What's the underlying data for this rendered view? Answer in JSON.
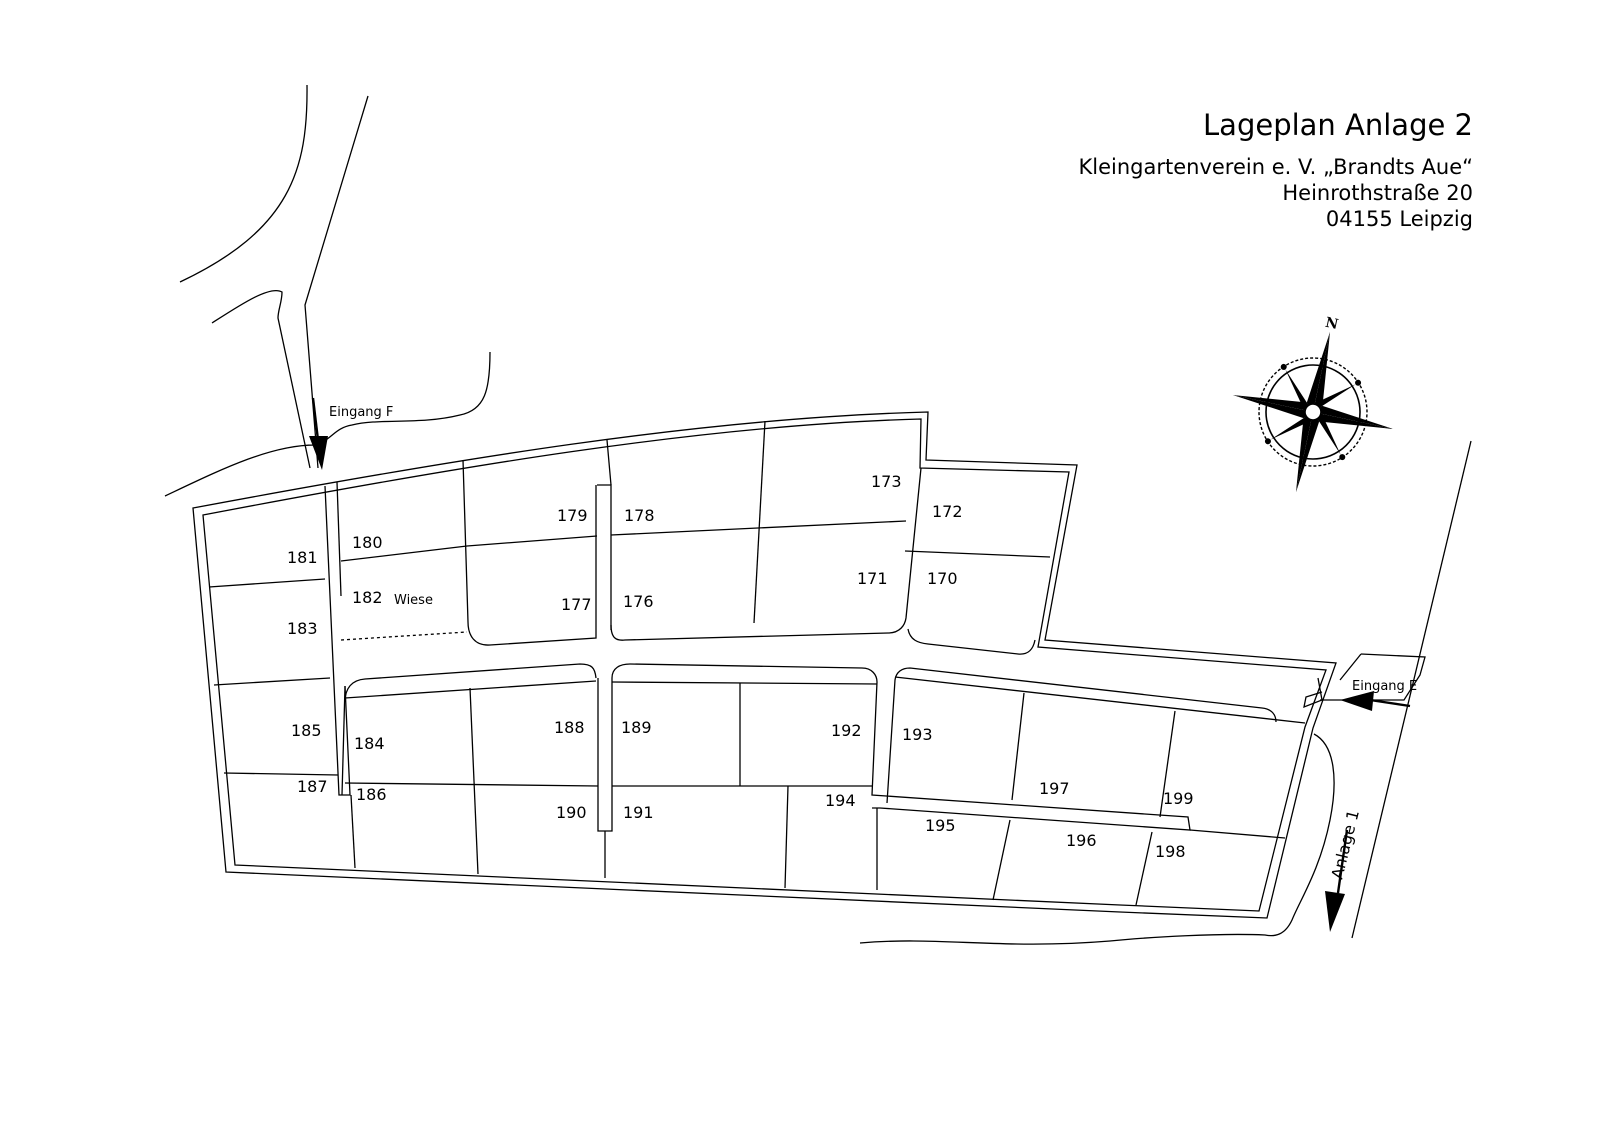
{
  "header": {
    "title": "Lageplan Anlage 2",
    "club": "Kleingartenverein e. V. „Brandts Aue“",
    "street": "Heinrothstraße 20",
    "city": "04155 Leipzig"
  },
  "compass": {
    "north_label": "N",
    "icon": "compass-rose-icon"
  },
  "labels": {
    "entrance_f": "Eingang F",
    "entrance_e": "Eingang E",
    "anlage_1": "Anlage 1",
    "meadow": "Wiese"
  },
  "plots": {
    "p170": "170",
    "p171": "171",
    "p172": "172",
    "p173": "173",
    "p176": "176",
    "p177": "177",
    "p178": "178",
    "p179": "179",
    "p180": "180",
    "p181": "181",
    "p182": "182",
    "p183": "183",
    "p184": "184",
    "p185": "185",
    "p186": "186",
    "p187": "187",
    "p188": "188",
    "p189": "189",
    "p190": "190",
    "p191": "191",
    "p192": "192",
    "p193": "193",
    "p194": "194",
    "p195": "195",
    "p196": "196",
    "p197": "197",
    "p198": "198",
    "p199": "199"
  }
}
